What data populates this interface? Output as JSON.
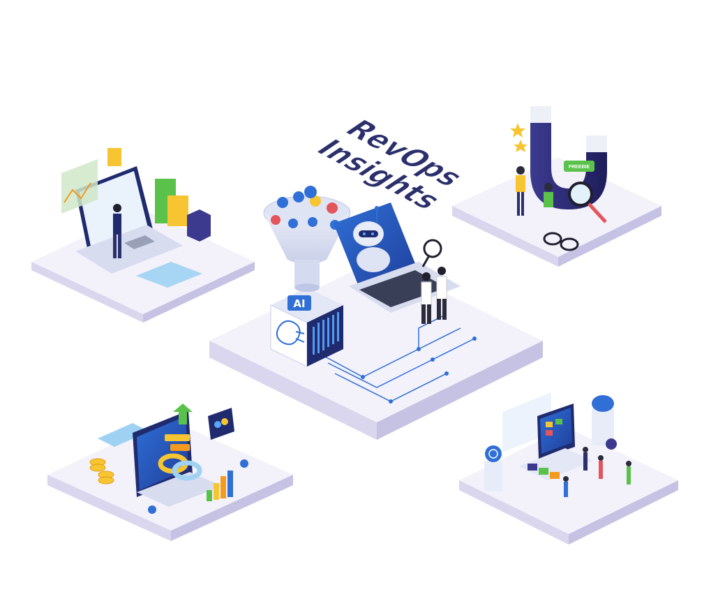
{
  "title_line1": "RevOps",
  "title_line2": "Insights",
  "center_block_label": "AI",
  "magnet_label": "FREEBIE",
  "colors": {
    "navy": "#2b2f6b",
    "indigo": "#3c3a8f",
    "blue": "#2f6fd6",
    "light_blue": "#9fd1f3",
    "yellow": "#f6c531",
    "orange": "#f39a1f",
    "green": "#5ac24a",
    "platform_top": "#f3f2fa",
    "platform_side": "#d9d6ee"
  },
  "icons": [
    "ai-funnel-icon",
    "robot-icon",
    "magnifier-icon",
    "brain-chip-icon",
    "magnet-icon",
    "cloud-database-icon",
    "bar-chart-icon",
    "coin-stack-icon",
    "globe-icon",
    "eyeglasses-icon"
  ]
}
